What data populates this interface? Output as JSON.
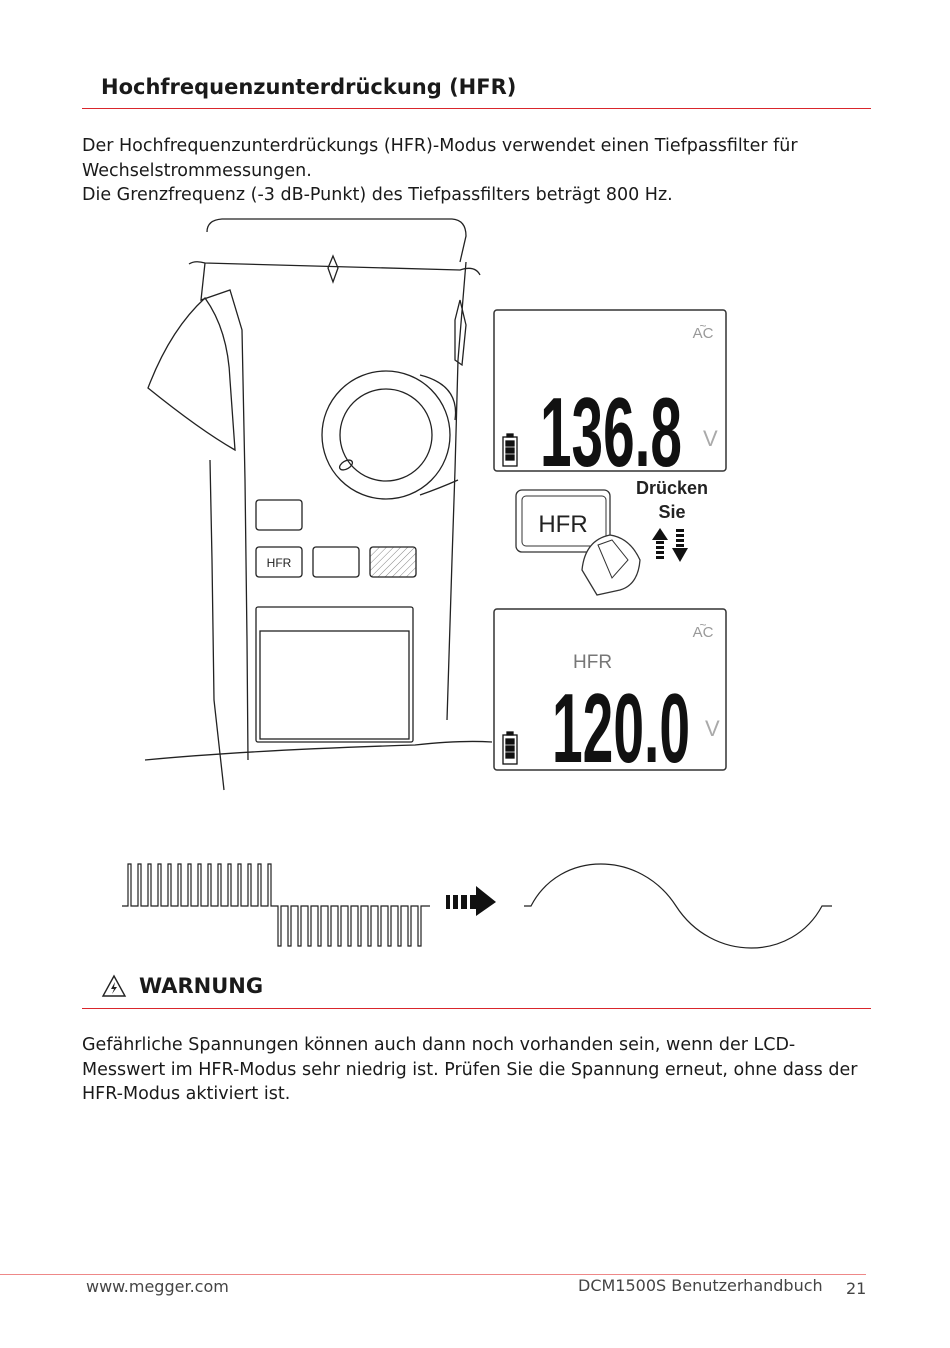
{
  "section": {
    "title": "Hochfrequenzunterdrückung (HFR)"
  },
  "intro": {
    "lines": [
      "Der Hochfrequenzunterdrückungs (HFR)-Modus verwendet einen Tiefpassfilter für",
      "Wechselstrommessungen.",
      "Die Grenzfrequenz (-3 dB-Punkt) des Tiefpassfilters beträgt 800 Hz."
    ]
  },
  "figure": {
    "meter_button_label": "HFR",
    "top_display": {
      "mode": "AC",
      "reading": "136.8",
      "unit": "V"
    },
    "press_button_label": "HFR",
    "press_instruction": [
      "Drücken",
      "Sie"
    ],
    "bottom_display": {
      "mode": "AC",
      "indicator": "HFR",
      "reading": "120.0",
      "unit": "V"
    }
  },
  "warning": {
    "title": "WARNUNG",
    "icon": "high-voltage-warning-icon",
    "lines": [
      "Gefährliche Spannungen können auch dann noch vorhanden sein, wenn der LCD-",
      "Messwert im HFR-Modus sehr niedrig ist. Prüfen Sie die Spannung erneut, ohne dass der",
      "HFR-Modus aktiviert ist."
    ]
  },
  "footer": {
    "website": "www.megger.com",
    "manual": "DCM1500S Benutzerhandbuch",
    "page": "21"
  },
  "colors": {
    "accent_rule": "#d9262c"
  }
}
